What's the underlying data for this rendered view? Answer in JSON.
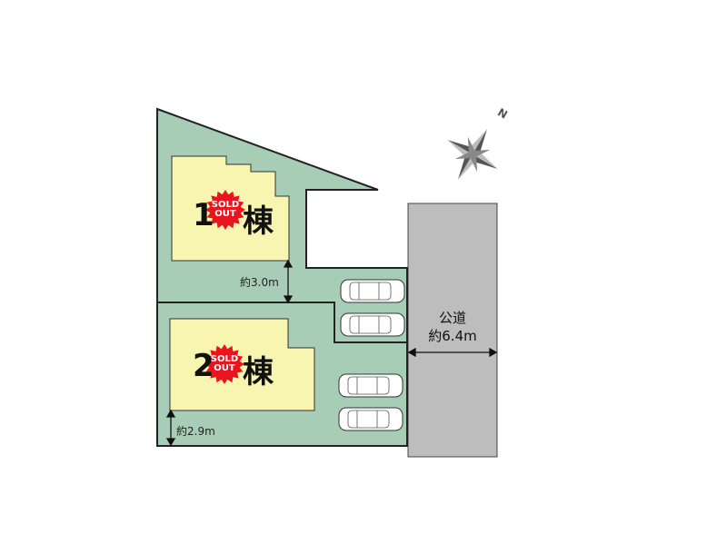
{
  "lots": [
    {
      "number": "1",
      "suffix": "棟",
      "badge_line1": "SOLD",
      "badge_line2": "OUT"
    },
    {
      "number": "2",
      "suffix": "棟",
      "badge_line1": "SOLD",
      "badge_line2": "OUT"
    }
  ],
  "dimensions": {
    "lot1_gap": "約3.0m",
    "lot2_gap": "約2.9m"
  },
  "road": {
    "name": "公道",
    "width": "約6.4m"
  },
  "compass": {
    "label": "N"
  },
  "colors": {
    "lot": "#a8cdb7",
    "house": "#f7f5b0",
    "road": "#bdbdbd",
    "badge": "#e8141e"
  }
}
